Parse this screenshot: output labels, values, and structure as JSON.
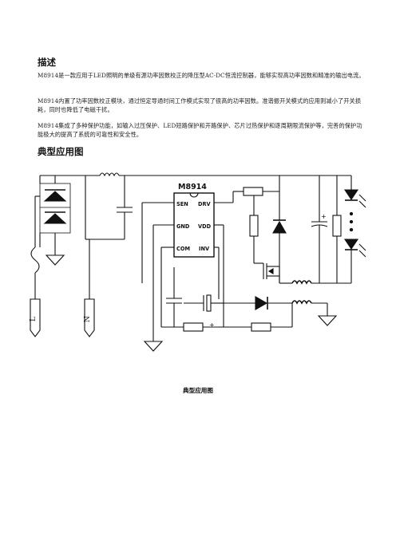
{
  "section_description": {
    "heading": "描述",
    "paragraphs": [
      "M8914是一款应用于LED照明的单级有源功率因数校正的降压型AC-DC恒流控制器，能够实现高功率因数和精准的输出电流。",
      "M8914内置了功率因数校正模块，通过恒定导通时间工作模式实现了很高的功率因数。准谐振开关模式的应用则减小了开关损耗，同时也降低了电磁干扰。",
      "M8914集成了多种保护功能，如输入过压保护、LED短路保护和开路保护、芯片过热保护和逐周期限流保护等，完善的保护功能极大的提高了系统的可靠性和安全性。"
    ]
  },
  "section_application": {
    "heading": "典型应用图"
  },
  "diagram": {
    "chip_name": "M8914",
    "chip_pins_left": [
      "SEN",
      "GND",
      "COM"
    ],
    "chip_pins_right": [
      "DRV",
      "VDD",
      "INV"
    ],
    "terminal_l": "L",
    "terminal_n": "N",
    "polarity_plus": "+"
  },
  "figure_caption": "典型应用图"
}
